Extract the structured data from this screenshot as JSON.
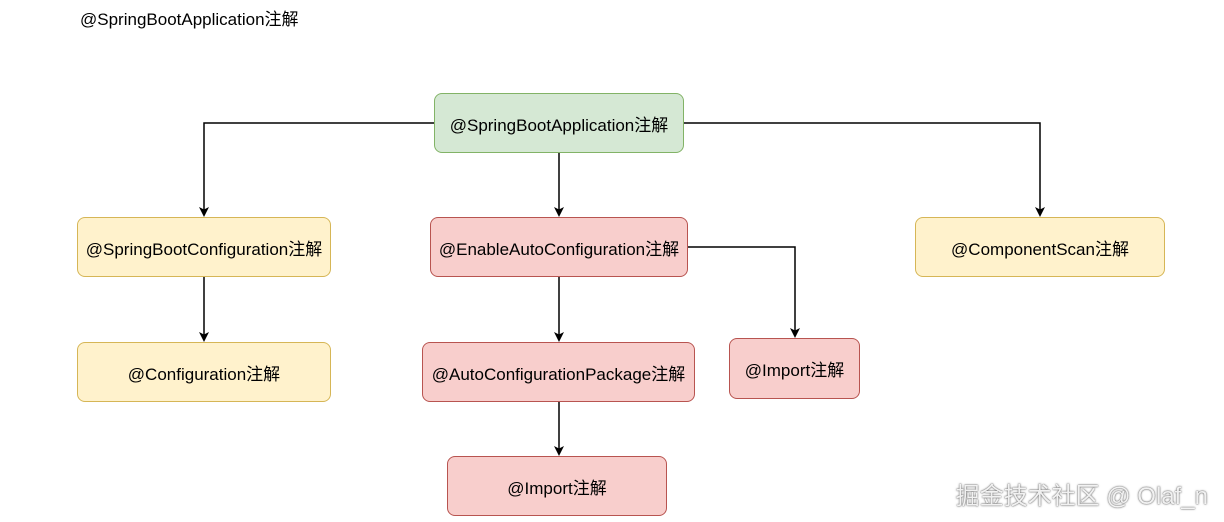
{
  "page": {
    "title": "@SpringBootApplication注解"
  },
  "nodes": {
    "root": {
      "label": "@SpringBootApplication注解",
      "color": "#d5e8d4"
    },
    "spring_boot_configuration": {
      "label": "@SpringBootConfiguration注解",
      "color": "#fff2cc"
    },
    "enable_auto_configuration": {
      "label": "@EnableAutoConfiguration注解",
      "color": "#f8cecc"
    },
    "component_scan": {
      "label": "@ComponentScan注解",
      "color": "#fff2cc"
    },
    "configuration": {
      "label": "@Configuration注解",
      "color": "#fff2cc"
    },
    "auto_configuration_package": {
      "label": "@AutoConfigurationPackage注解",
      "color": "#f8cecc"
    },
    "import_from_enable": {
      "label": "@Import注解",
      "color": "#f8cecc"
    },
    "import_from_package": {
      "label": "@Import注解",
      "color": "#f8cecc"
    }
  },
  "edges": [
    {
      "from": "root",
      "to": "spring_boot_configuration"
    },
    {
      "from": "root",
      "to": "enable_auto_configuration"
    },
    {
      "from": "root",
      "to": "component_scan"
    },
    {
      "from": "spring_boot_configuration",
      "to": "configuration"
    },
    {
      "from": "enable_auto_configuration",
      "to": "auto_configuration_package"
    },
    {
      "from": "enable_auto_configuration",
      "to": "import_from_enable"
    },
    {
      "from": "auto_configuration_package",
      "to": "import_from_package"
    }
  ],
  "watermark": {
    "text": "掘金技术社区 @ Olaf_n"
  }
}
